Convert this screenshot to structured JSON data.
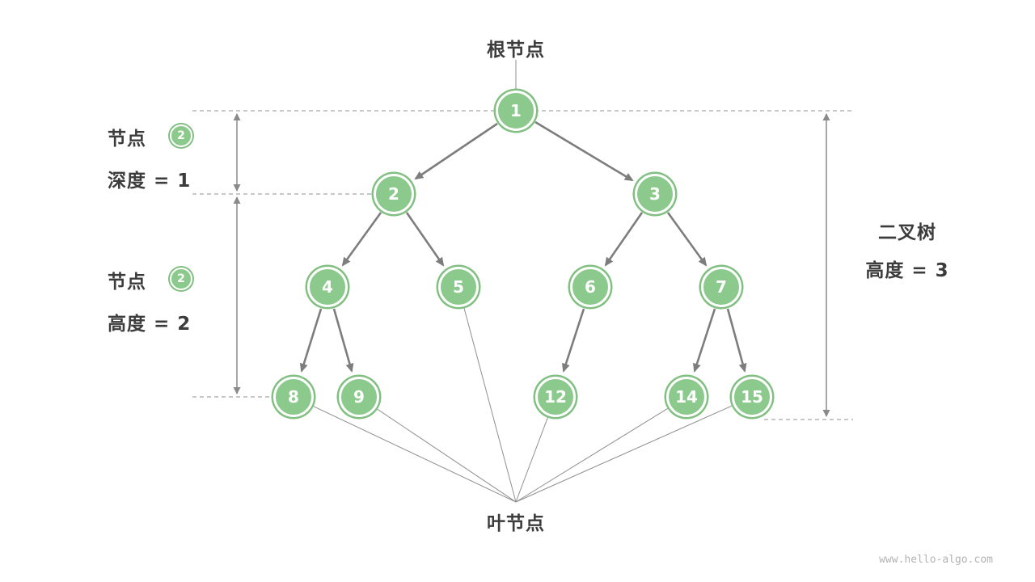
{
  "labels": {
    "root_node": "根节点",
    "leaf_node": "叶节点",
    "watermark": "www.hello-algo.com"
  },
  "annotations": {
    "node_depth": {
      "prefix": "节点",
      "badge_value": "2",
      "equation": "深度 = 1"
    },
    "node_height": {
      "prefix": "节点",
      "badge_value": "2",
      "equation": "高度 = 2"
    },
    "tree_height": {
      "line1": "二叉树",
      "line2": "高度 = 3"
    }
  },
  "colors": {
    "node_fill": "#8cc98c",
    "node_ring": "#82bf82",
    "edge": "#7d7d7d",
    "text": "#3c3c3c",
    "dashed_guide": "#a8a8a8",
    "watermark": "#b3b3b3"
  },
  "tree": {
    "nodes": [
      {
        "value": "1"
      },
      {
        "value": "2"
      },
      {
        "value": "3"
      },
      {
        "value": "4"
      },
      {
        "value": "5"
      },
      {
        "value": "6"
      },
      {
        "value": "7"
      },
      {
        "value": "8"
      },
      {
        "value": "9"
      },
      {
        "value": "12"
      },
      {
        "value": "14"
      },
      {
        "value": "15"
      }
    ],
    "edges": [
      [
        0,
        1
      ],
      [
        0,
        2
      ],
      [
        1,
        3
      ],
      [
        1,
        4
      ],
      [
        2,
        5
      ],
      [
        2,
        6
      ],
      [
        3,
        7
      ],
      [
        3,
        8
      ],
      [
        5,
        9
      ],
      [
        6,
        10
      ],
      [
        6,
        11
      ]
    ]
  }
}
